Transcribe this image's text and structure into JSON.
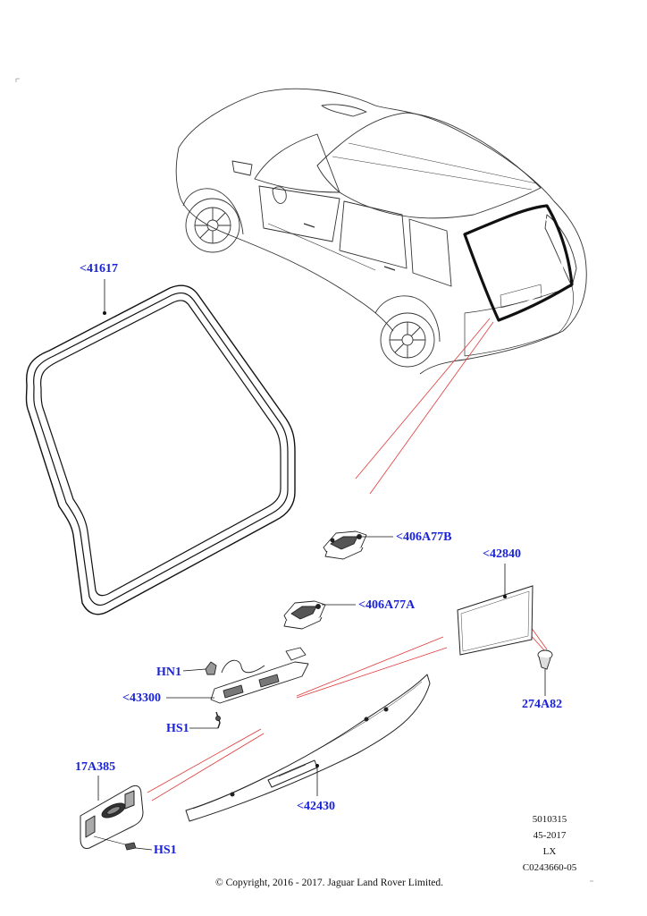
{
  "callouts": {
    "seal": "<41617",
    "lock_b": "<406A77B",
    "lock_a": "<406A77A",
    "panel": "<42840",
    "fastener": "274A82",
    "hn1": "HN1",
    "harness": "<43300",
    "hs1_upper": "HS1",
    "plate": "17A385",
    "garnish": "<42430",
    "hs1_lower": "HS1"
  },
  "reference": {
    "line1": "5010315",
    "line2": "45-2017",
    "line3": "LX",
    "line4": "C0243660-05"
  },
  "copyright": "© Copyright, 2016 - 2017. Jaguar Land Rover Limited.",
  "colors": {
    "callout_text": "#1a23d6",
    "leader_line": "#e03a3a",
    "line_art": "#222222"
  }
}
